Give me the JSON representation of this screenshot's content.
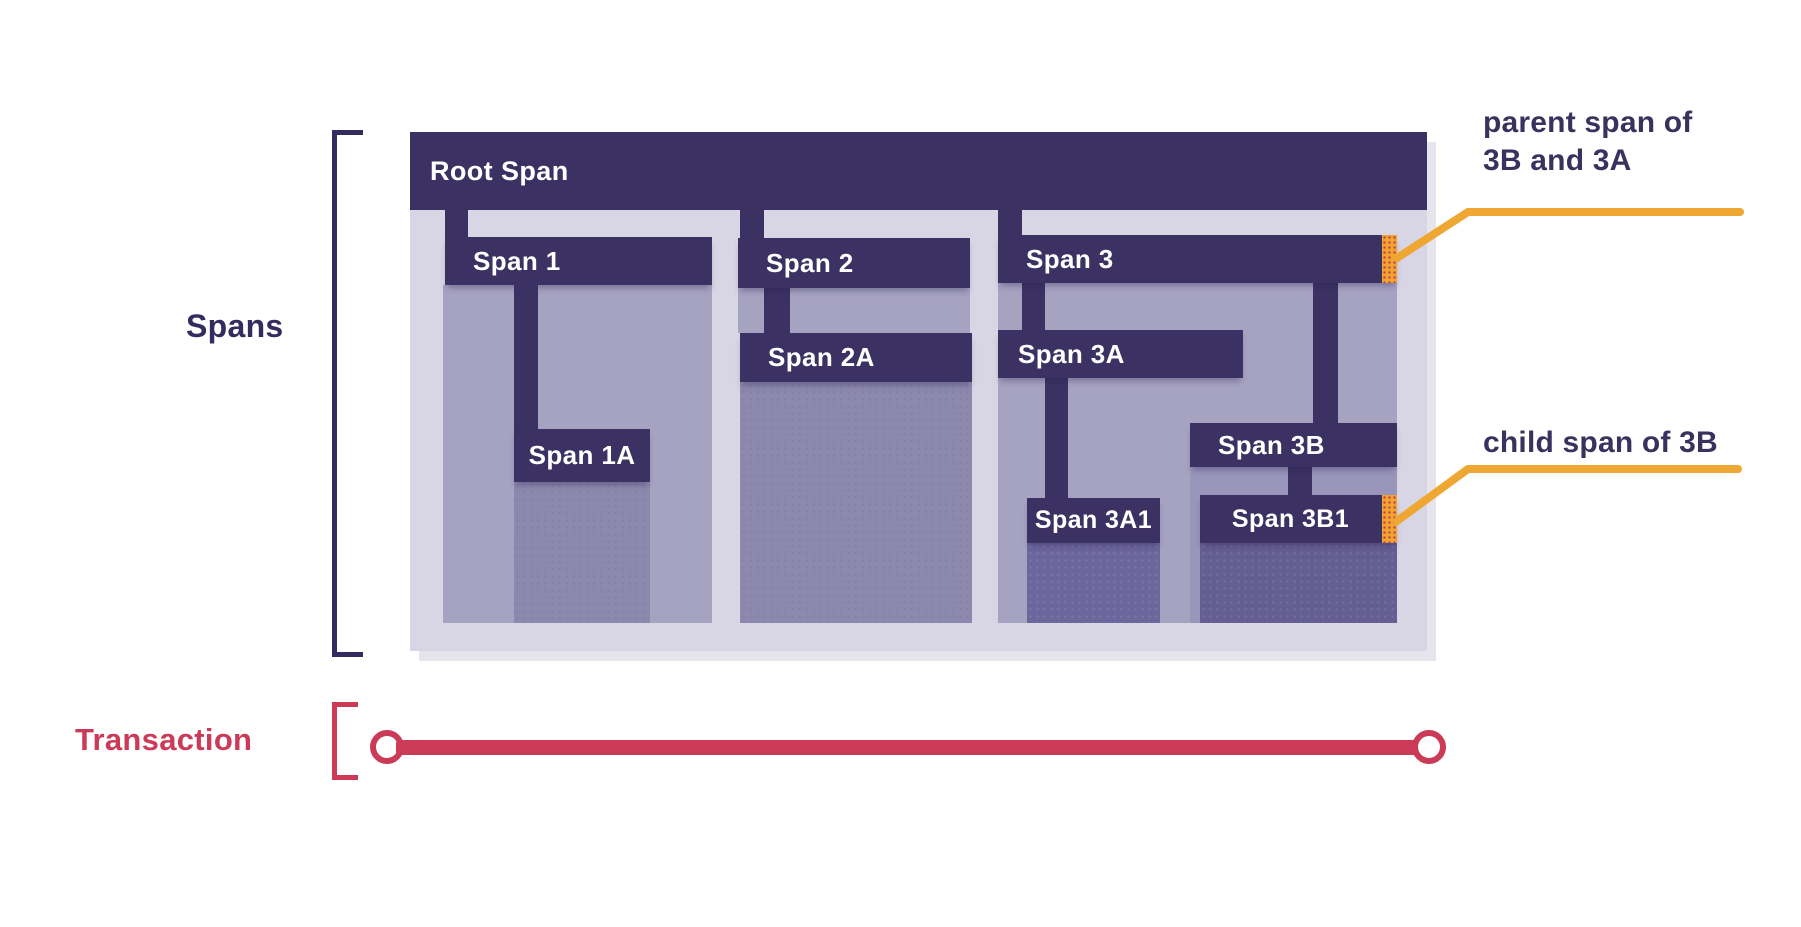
{
  "labels": {
    "spans_group": "Spans",
    "transaction": "Transaction"
  },
  "spans": {
    "root": "Root Span",
    "span1": "Span 1",
    "span1a": "Span 1A",
    "span2": "Span 2",
    "span2a": "Span 2A",
    "span3": "Span 3",
    "span3a": "Span 3A",
    "span3a1": "Span 3A1",
    "span3b": "Span 3B",
    "span3b1": "Span 3B1"
  },
  "hierarchy": {
    "Root Span": [
      "Span 1",
      "Span 2",
      "Span 3"
    ],
    "Span 1": [
      "Span 1A"
    ],
    "Span 2": [
      "Span 2A"
    ],
    "Span 3": [
      "Span 3A",
      "Span 3B"
    ],
    "Span 3A": [
      "Span 3A1"
    ],
    "Span 3B": [
      "Span 3B1"
    ]
  },
  "annotations": {
    "parent_line1": "parent span of",
    "parent_line2": "3B and 3A",
    "child_text": "child span of 3B"
  },
  "colors": {
    "bar_dark_purple": "#3B3162",
    "container_lavender": "#D8D6E4",
    "block_medium": "#A6A3C1",
    "block_medium_3b": "#9995BB",
    "block_leaf": "#8D89AE",
    "block_deep_3a1": "#6C669D",
    "block_deep_3b1": "#655E93",
    "highlight_orange": "#F0A52F",
    "annotation_gold": "#EFA733",
    "transaction_crimson": "#CB3A57",
    "label_navy": "#342C5E",
    "bar_text": "#FFFFFF"
  }
}
